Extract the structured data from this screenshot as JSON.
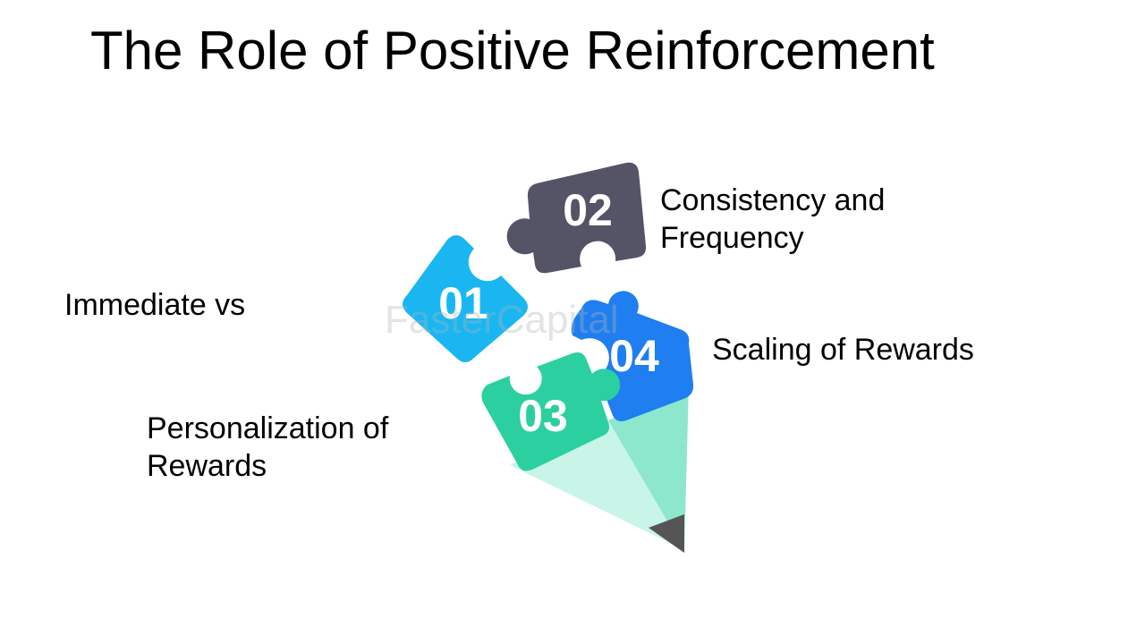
{
  "title": "The Role of Positive Reinforcement",
  "items": [
    {
      "number": "01",
      "label": "Immediate vs",
      "color": "#19b6f2"
    },
    {
      "number": "02",
      "label_lines": [
        "Consistency and",
        "Frequency"
      ],
      "color": "#555466"
    },
    {
      "number": "03",
      "label_lines": [
        "Personalization of",
        "Rewards"
      ],
      "color": "#2ccfa0"
    },
    {
      "number": "04",
      "label": "Scaling of Rewards",
      "color": "#1f7ef0"
    }
  ],
  "watermark": "FasterCapital",
  "colors": {
    "beam_light": "#c8f5e7",
    "beam_mid": "#8ce7cd",
    "pencil_tip": "#555555"
  }
}
